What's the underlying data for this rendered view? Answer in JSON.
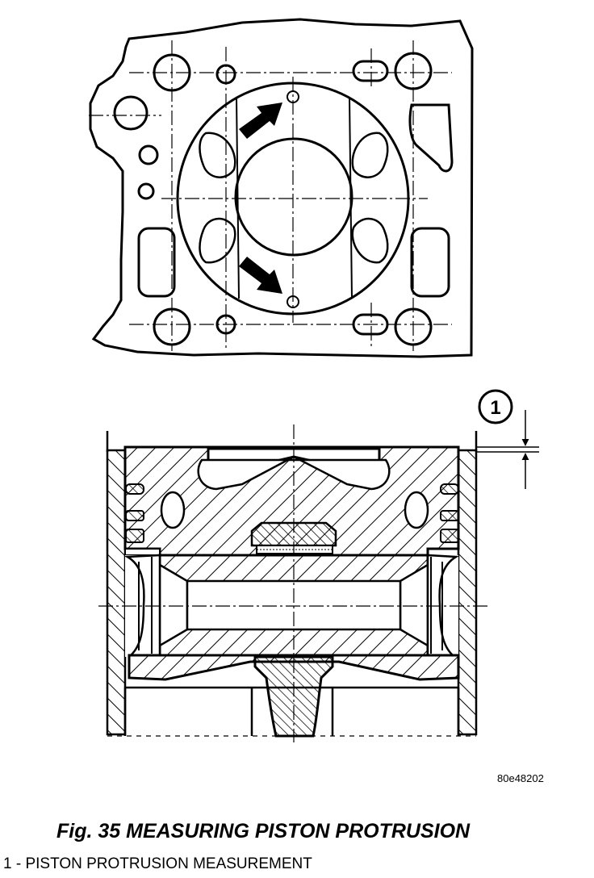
{
  "callout": {
    "number": "1"
  },
  "figure_code": "80e48202",
  "caption": "Fig. 35 MEASURING PISTON PROTRUSION",
  "legend": [
    {
      "number": "1",
      "text": "PISTON PROTRUSION MEASUREMENT"
    }
  ]
}
